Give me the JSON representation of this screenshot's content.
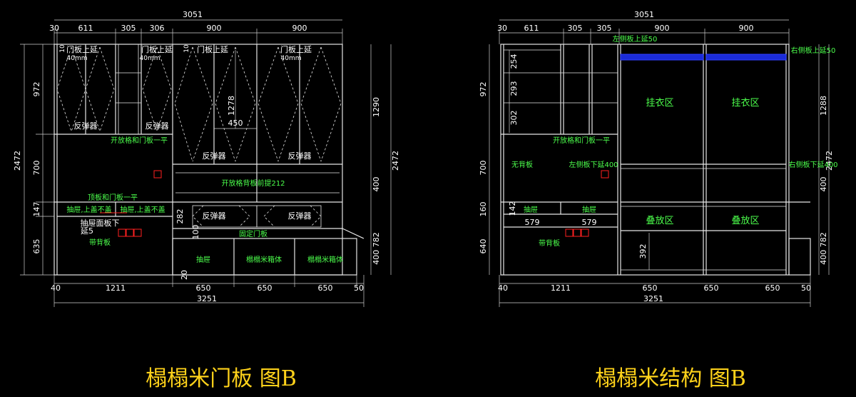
{
  "left": {
    "top_total": "3051",
    "top_dims": [
      "30",
      "611",
      "305",
      "306",
      "900",
      "900"
    ],
    "bottom_dims": [
      "40",
      "1211",
      "650",
      "650",
      "650",
      "50"
    ],
    "bottom_total": "3251",
    "left_total": "2472",
    "left_dims": [
      "972",
      "700",
      "147",
      "635"
    ],
    "right_dims": [
      "1290",
      "2472",
      "400",
      "400 782"
    ],
    "inner_dims": [
      "10",
      "10",
      "1278",
      "450",
      "282",
      "100",
      "20"
    ],
    "door_labels": [
      "门板上延",
      "门板上延",
      "门板上延",
      "门板上延"
    ],
    "door_sub": [
      "40mm",
      "40mm",
      "40mm"
    ],
    "spring_labels": [
      "反弹器",
      "反弹器",
      "反弹器",
      "反弹器",
      "反弹器",
      "反弹器"
    ],
    "notes": [
      "开放格和门板一平",
      "开放格背板前提212",
      "顶板和门板一平",
      "抽屉,上盖不盖",
      "抽屉,上盖不盖",
      "抽屉面板下",
      "延5",
      "带背板",
      "固定门板",
      "抽屉",
      "榻榻米箱体",
      "榻榻米箱体"
    ],
    "caption": "榻榻米门板  图B"
  },
  "right": {
    "top_total": "3051",
    "top_dims": [
      "30",
      "611",
      "305",
      "305",
      "900",
      "900"
    ],
    "bottom_dims": [
      "40",
      "1211",
      "650",
      "650",
      "650",
      "50"
    ],
    "bottom_total": "3251",
    "left_dims": [
      "972",
      "700",
      "160",
      "640"
    ],
    "right_dims": [
      "1288",
      "2472",
      "400",
      "400 782"
    ],
    "inner_dims": [
      "254",
      "293",
      "302",
      "142",
      "579",
      "579",
      "392"
    ],
    "notes": [
      "左侧板上延50",
      "右侧板上延50",
      "开放格和门板一平",
      "无背板",
      "左侧板下延400",
      "右侧板下延400",
      "抽屉",
      "抽屉",
      "带背板"
    ],
    "zones": [
      "挂衣区",
      "挂衣区",
      "叠放区",
      "叠放区"
    ],
    "caption": "榻榻米结构  图B"
  },
  "colors": {
    "line": "#e6e6e6",
    "note": "#4cff4c",
    "caption": "#ffd21a",
    "marker": "#ff2020",
    "rod": "#1a2bd8"
  }
}
